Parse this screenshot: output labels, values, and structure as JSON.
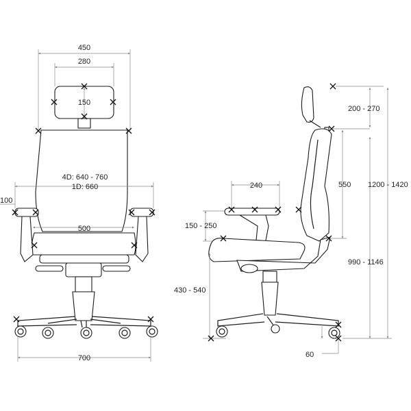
{
  "front": {
    "overall_width": "450",
    "headrest_width": "280",
    "headrest_height": "150",
    "backrest_height": "4D: 640 - 760",
    "backrest_height_1d": "1D: 660",
    "armrest_span": "100",
    "seat_width": "500",
    "base_diameter": "700"
  },
  "side": {
    "headrest_adjust": "200 - 270",
    "armrest_depth": "240",
    "lumbar_height": "550",
    "total_height": "1200 - 1420",
    "armrest_height": "150 - 250",
    "back_height": "990 - 1146",
    "seat_height": "430 - 540",
    "caster_offset": "60"
  }
}
